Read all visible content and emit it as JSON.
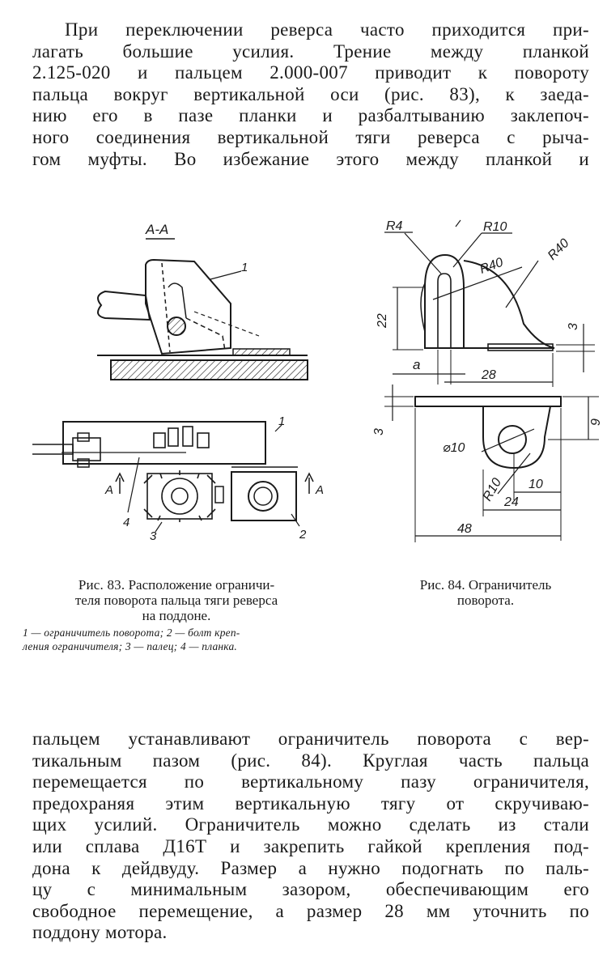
{
  "para_top": {
    "lines": [
      "При переключении реверса часто приходится при-",
      "лагать большие усилия. Трение между планкой",
      "2.125-020 и пальцем 2.000-007 приводит к повороту",
      "пальца вокруг вертикальной оси (рис. 83), к заеда-",
      "нию его в пазе планки и разбалтыванию заклепоч-",
      "ного соединения вертикальной тяги реверса с рыча-",
      "гом муфты. Во избежание этого между планкой и"
    ]
  },
  "figure83": {
    "section_label": "А-А",
    "callouts": [
      "1",
      "1",
      "2",
      "3",
      "4"
    ],
    "arrow_labels": [
      "А",
      "А."
    ],
    "caption_number": "Рис. 83.",
    "caption_lines": [
      "Расположение ограничи-",
      "теля поворота пальца тяги реверса",
      "на поддоне."
    ],
    "legend_lines": [
      "1 — ограничитель поворота; 2 — болт креп-",
      "ления ограничителя; 3 — палец; 4 — планка."
    ]
  },
  "figure84": {
    "dims": {
      "r4": "R4",
      "r10_top": "R10",
      "r40_a": "R40",
      "r40_b": "R40",
      "h22": "22",
      "h3_right": "3",
      "a": "a",
      "w28": "28",
      "h3_left": "3",
      "h9": "9",
      "d10": "⌀10",
      "r10_bottom": "R10",
      "w10": "10",
      "w24": "24",
      "w48": "48"
    },
    "caption_number": "Рис. 84.",
    "caption_lines": [
      "Ограничитель",
      "поворота."
    ]
  },
  "para_bottom": {
    "lines": [
      "пальцем устанавливают ограничитель поворота с вер-",
      "тикальным пазом (рис. 84). Круглая часть пальца",
      "перемещается по вертикальному пазу ограничителя,",
      "предохраняя этим вертикальную тягу от скручиваю-",
      "щих усилий. Ограничитель можно сделать из стали",
      "или сплава Д16Т и закрепить гайкой крепления под-",
      "дона к дейдвуду. Размер a нужно подогнать по паль-",
      "цу с минимальным зазором, обеспечивающим его",
      "свободное перемещение, а размер 28 мм уточнить по",
      "поддону мотора."
    ]
  }
}
